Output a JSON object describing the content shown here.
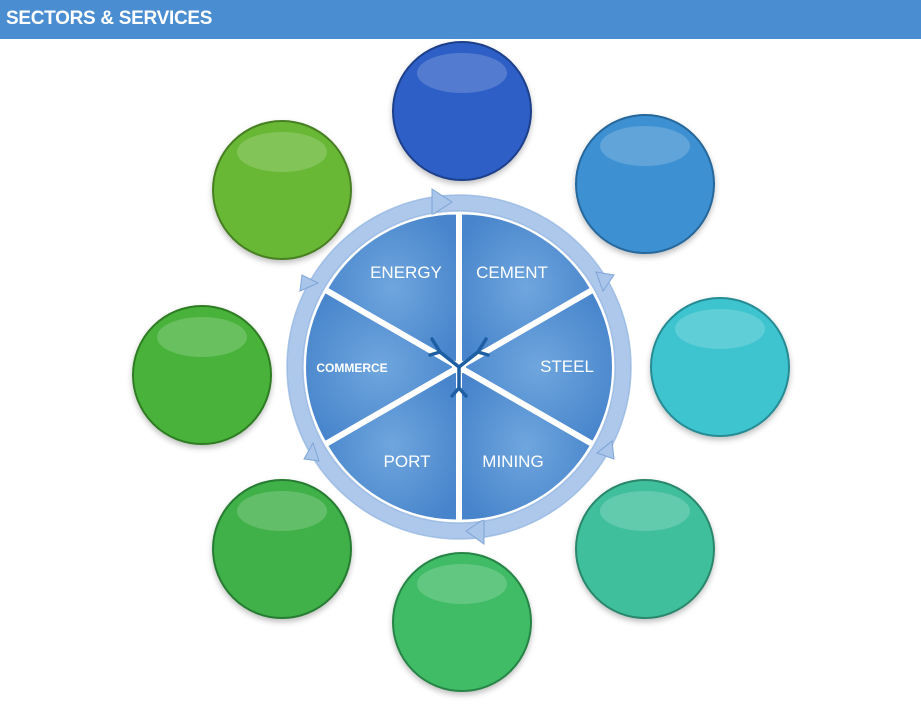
{
  "header": {
    "title": "SECTORS & SERVICES"
  },
  "center_hub": {
    "sectors": [
      {
        "label": "ENERGY"
      },
      {
        "label": "CEMENT"
      },
      {
        "label": "STEEL"
      },
      {
        "label": "MINING"
      },
      {
        "label": "PORT"
      },
      {
        "label": "COMMERCE"
      }
    ]
  },
  "satellites": [
    {
      "color": "#2f5fc6"
    },
    {
      "color": "#3d91d2"
    },
    {
      "color": "#3ec4cf"
    },
    {
      "color": "#41bf9c"
    },
    {
      "color": "#3fbb66"
    },
    {
      "color": "#3fb049"
    },
    {
      "color": "#48b23a"
    },
    {
      "color": "#67b736"
    }
  ],
  "colors": {
    "header_background": "#4a8ed1",
    "segment_fill": "#4a8ed1",
    "ring_arrow": "#a9c5ea",
    "center_logo": "#1e5fa3"
  },
  "icons": {
    "center_logo": "tri-arrow-logo-icon"
  }
}
